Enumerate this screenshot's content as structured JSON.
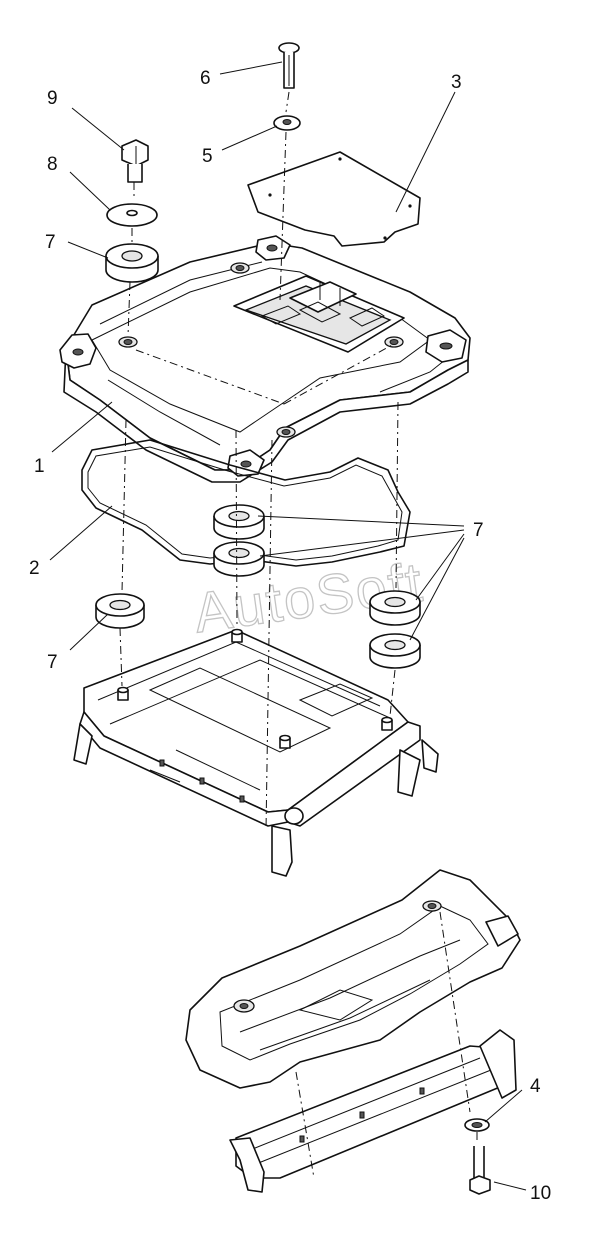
{
  "callouts": {
    "c1": "1",
    "c2": "2",
    "c3": "3",
    "c4": "4",
    "c5": "5",
    "c6": "6",
    "c7a": "7",
    "c7b": "7",
    "c7c": "7",
    "c8": "8",
    "c9": "9",
    "c10": "10"
  },
  "watermark": "AutoSoft"
}
